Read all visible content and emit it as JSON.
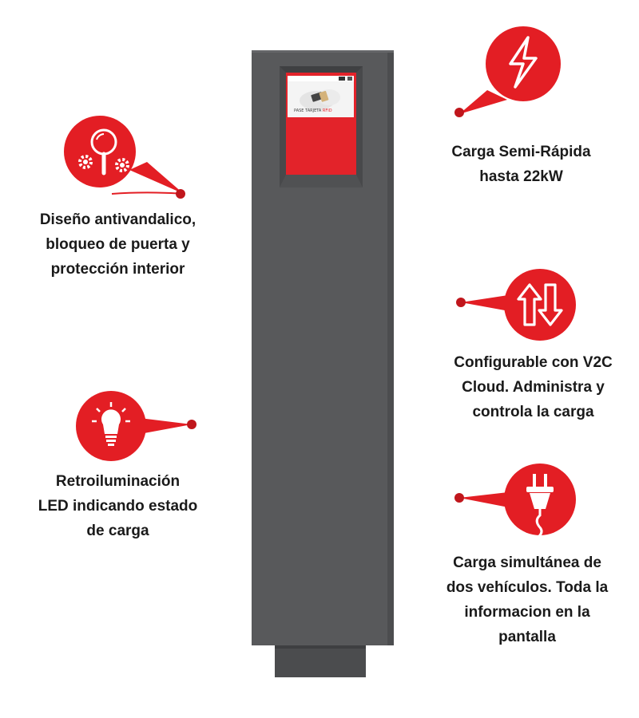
{
  "charger": {
    "screen": {
      "prompt": "PASE TARJETA",
      "badge": "RFID"
    }
  },
  "features": {
    "anti_vandal": {
      "icon": "magnifier-gears-icon",
      "lines": [
        "Diseño antivandalico,",
        "bloqueo de puerta y",
        "protección interior"
      ]
    },
    "led": {
      "icon": "lightbulb-icon",
      "lines": [
        "Retroiluminación",
        "LED indicando estado",
        "de carga"
      ]
    },
    "charge_speed": {
      "icon": "lightning-icon",
      "lines": [
        "Carga Semi-Rápida",
        "hasta 22kW"
      ]
    },
    "cloud": {
      "icon": "up-down-arrows-icon",
      "lines": [
        "Configurable con V2C",
        "Cloud. Administra y",
        "controla la carga"
      ]
    },
    "dual": {
      "icon": "plug-icon",
      "lines": [
        "Carga simultánea de",
        "dos vehículos. Toda la",
        "informacion en la",
        "pantalla"
      ]
    }
  },
  "colors": {
    "accent": "#e31e24",
    "accent_dot": "#c0161c",
    "post_body": "#58595b",
    "text": "#1a1a1a"
  }
}
